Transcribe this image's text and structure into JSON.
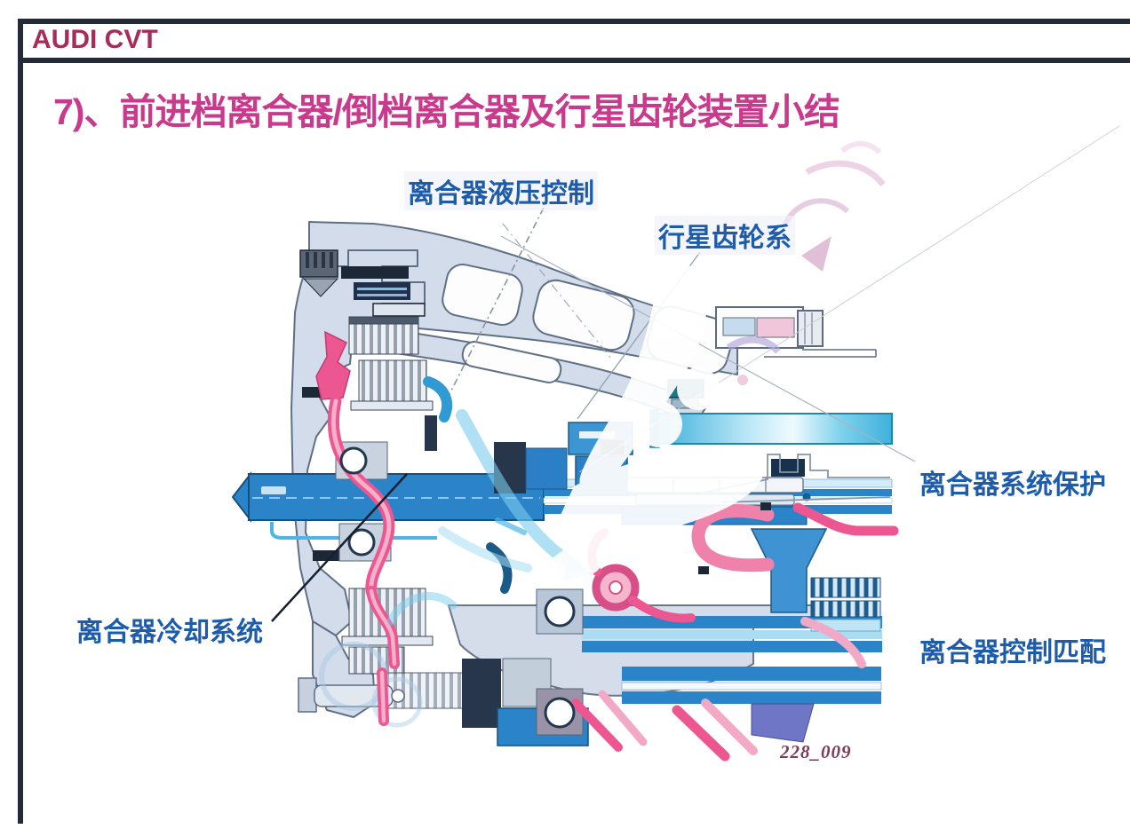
{
  "header": {
    "brand": "AUDI CVT"
  },
  "title": {
    "text": "7)、前进档离合器/倒档离合器及行星齿轮装置小结"
  },
  "diagram": {
    "figure_number": "228_009",
    "labels": [
      {
        "id": "clutch-hydraulic-control",
        "text": "离合器液压控制"
      },
      {
        "id": "planetary-gear-train",
        "text": "行星齿轮系"
      },
      {
        "id": "clutch-system-protection",
        "text": "离合器系统保护"
      },
      {
        "id": "clutch-cooling-system",
        "text": "离合器冷却系统"
      },
      {
        "id": "clutch-control-matching",
        "text": "离合器控制匹配"
      }
    ]
  },
  "colors": {
    "brand_text": "#a62c5c",
    "title_text": "#c93a8c",
    "label_text": "#1d5cab",
    "figure_text": "#7c3d58",
    "frame_line": "#242b38",
    "housing": "#d3dcea",
    "shaft_blue": "#2b84c8",
    "hydraulic_pink": "#ec5792",
    "coolant_cyan": "#79ccec"
  }
}
